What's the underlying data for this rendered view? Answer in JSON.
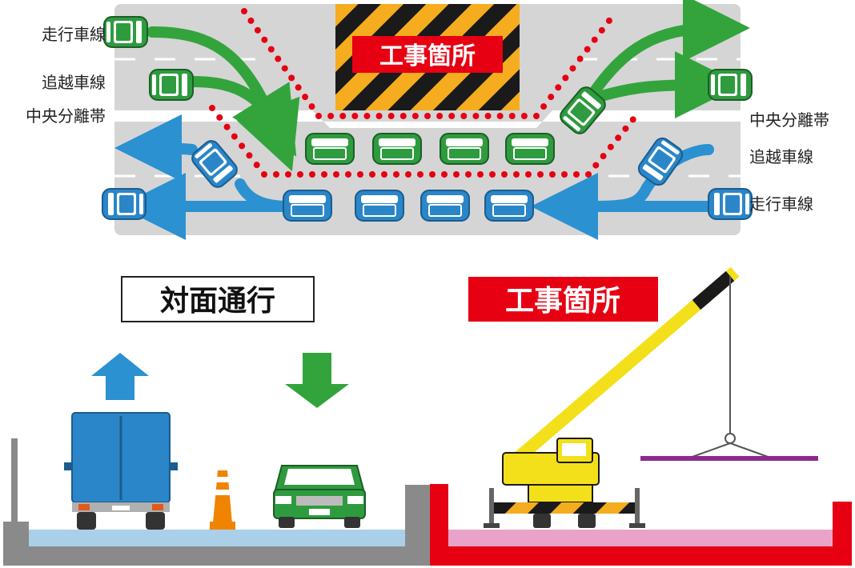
{
  "plan_view": {
    "construction_label": "工事箇所",
    "left_labels": {
      "upper_travel": "走行車線",
      "upper_passing": "追越車線",
      "median": "中央分離帯"
    },
    "right_labels": {
      "median": "中央分離帯",
      "lower_passing": "追越車線",
      "lower_travel": "走行車線"
    }
  },
  "section_view": {
    "two_way_label": "対面通行",
    "construction_label": "工事箇所"
  },
  "colors": {
    "road": "#d5d5d5",
    "car_green": "#2e9b3f",
    "car_blue": "#2a86c8",
    "arrow_green": "#33a43c",
    "arrow_blue": "#2b91d0",
    "cone_dots": "#e60012",
    "hazard_yellow": "#f5ac1f",
    "construction_red": "#e60012",
    "crane_yellow": "#f3e01a",
    "lane_green": "#3a9a3e"
  }
}
